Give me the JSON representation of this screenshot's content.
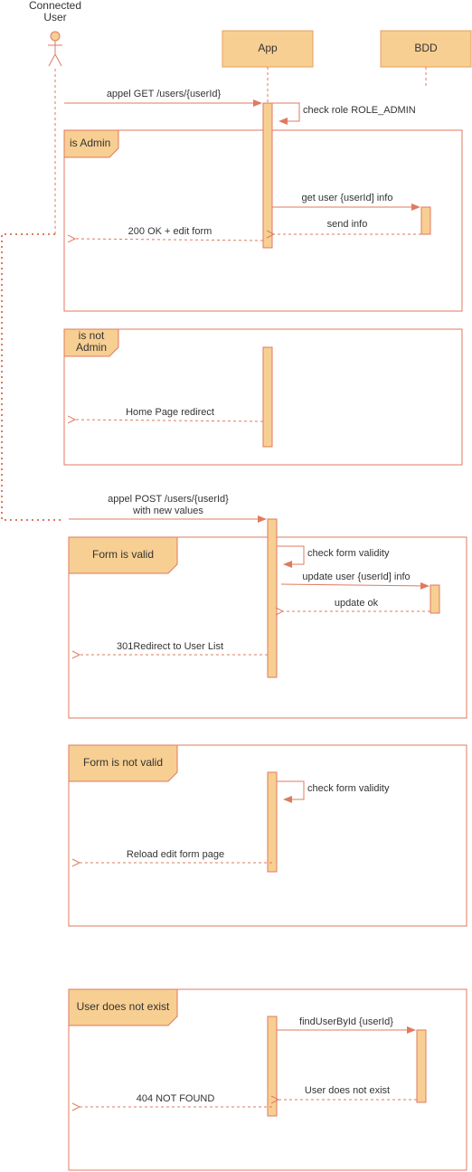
{
  "participants": {
    "user": "Connected\nUser",
    "app": "App",
    "bdd": "BDD"
  },
  "frames": {
    "is_admin": "is Admin",
    "is_not_admin": "is not\nAdmin",
    "form_valid": "Form is valid",
    "form_not_valid": "Form is not valid",
    "user_not_exist": "User does not exist"
  },
  "messages": {
    "get": "appel GET /users/{userId}",
    "check_role": "check role ROLE_ADMIN",
    "get_user_info": "get user {userId] info",
    "send_info": "send info",
    "ok_edit_form": "200 OK + edit form",
    "home_redirect": "Home Page redirect",
    "post": "appel POST /users/{userId}\nwith new values",
    "check_validity_1": "check form validity",
    "update_user": "update user {userId] info",
    "update_ok": "update ok",
    "redirect_list": "301Redirect to User List",
    "check_validity_2": "check form validity",
    "reload_form": "Reload edit form page",
    "find_user": "findUserById {userId}",
    "not_exist_reply": "User does not exist",
    "not_found": "404 NOT FOUND"
  },
  "colors": {
    "line": "#e07a5f",
    "fill": "#f7cf92",
    "stroke": "#e59f5d",
    "text": "#333333"
  }
}
